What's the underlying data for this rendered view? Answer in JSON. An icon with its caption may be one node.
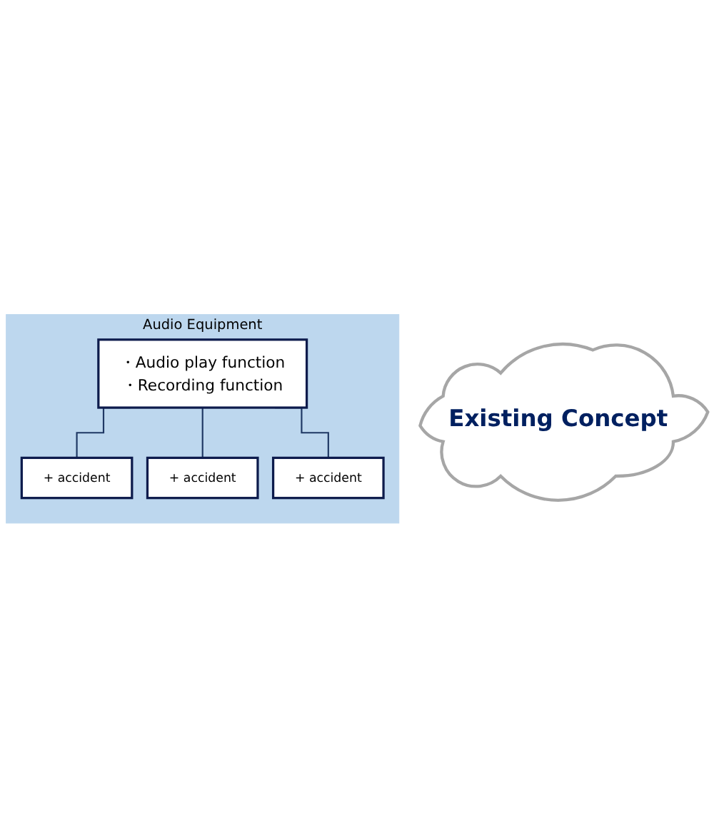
{
  "diagram": {
    "nodes": [
      {
        "text": [
          "Existing Concept"
        ]
      },
      {
        "text": [
          "Audio Equipment"
        ]
      },
      {
        "text": [
          "・Audio play function",
          "・Recording function"
        ],
        "in": 1
      },
      {
        "text": [
          "+ accident"
        ],
        "in": 1
      },
      {
        "text": [
          "+ accident"
        ],
        "in": 1
      },
      {
        "text": [
          "+ accident"
        ],
        "in": 1
      }
    ],
    "edges": [
      {
        "from": 2,
        "to": 3,
        "arrow": "none"
      },
      {
        "from": 2,
        "to": 4,
        "arrow": "none"
      },
      {
        "from": 2,
        "to": 5,
        "arrow": "none"
      }
    ]
  }
}
